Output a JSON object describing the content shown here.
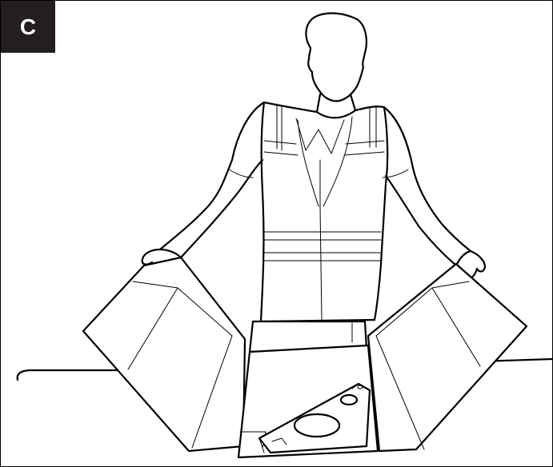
{
  "step_label": "C",
  "colors": {
    "line": "#000000",
    "badge_background": "#231f20",
    "badge_text": "#ffffff",
    "background": "#ffffff"
  },
  "illustration": {
    "subject": "person-in-safety-vest-opening-box",
    "box_contents": "triangular-panel-with-holes"
  }
}
